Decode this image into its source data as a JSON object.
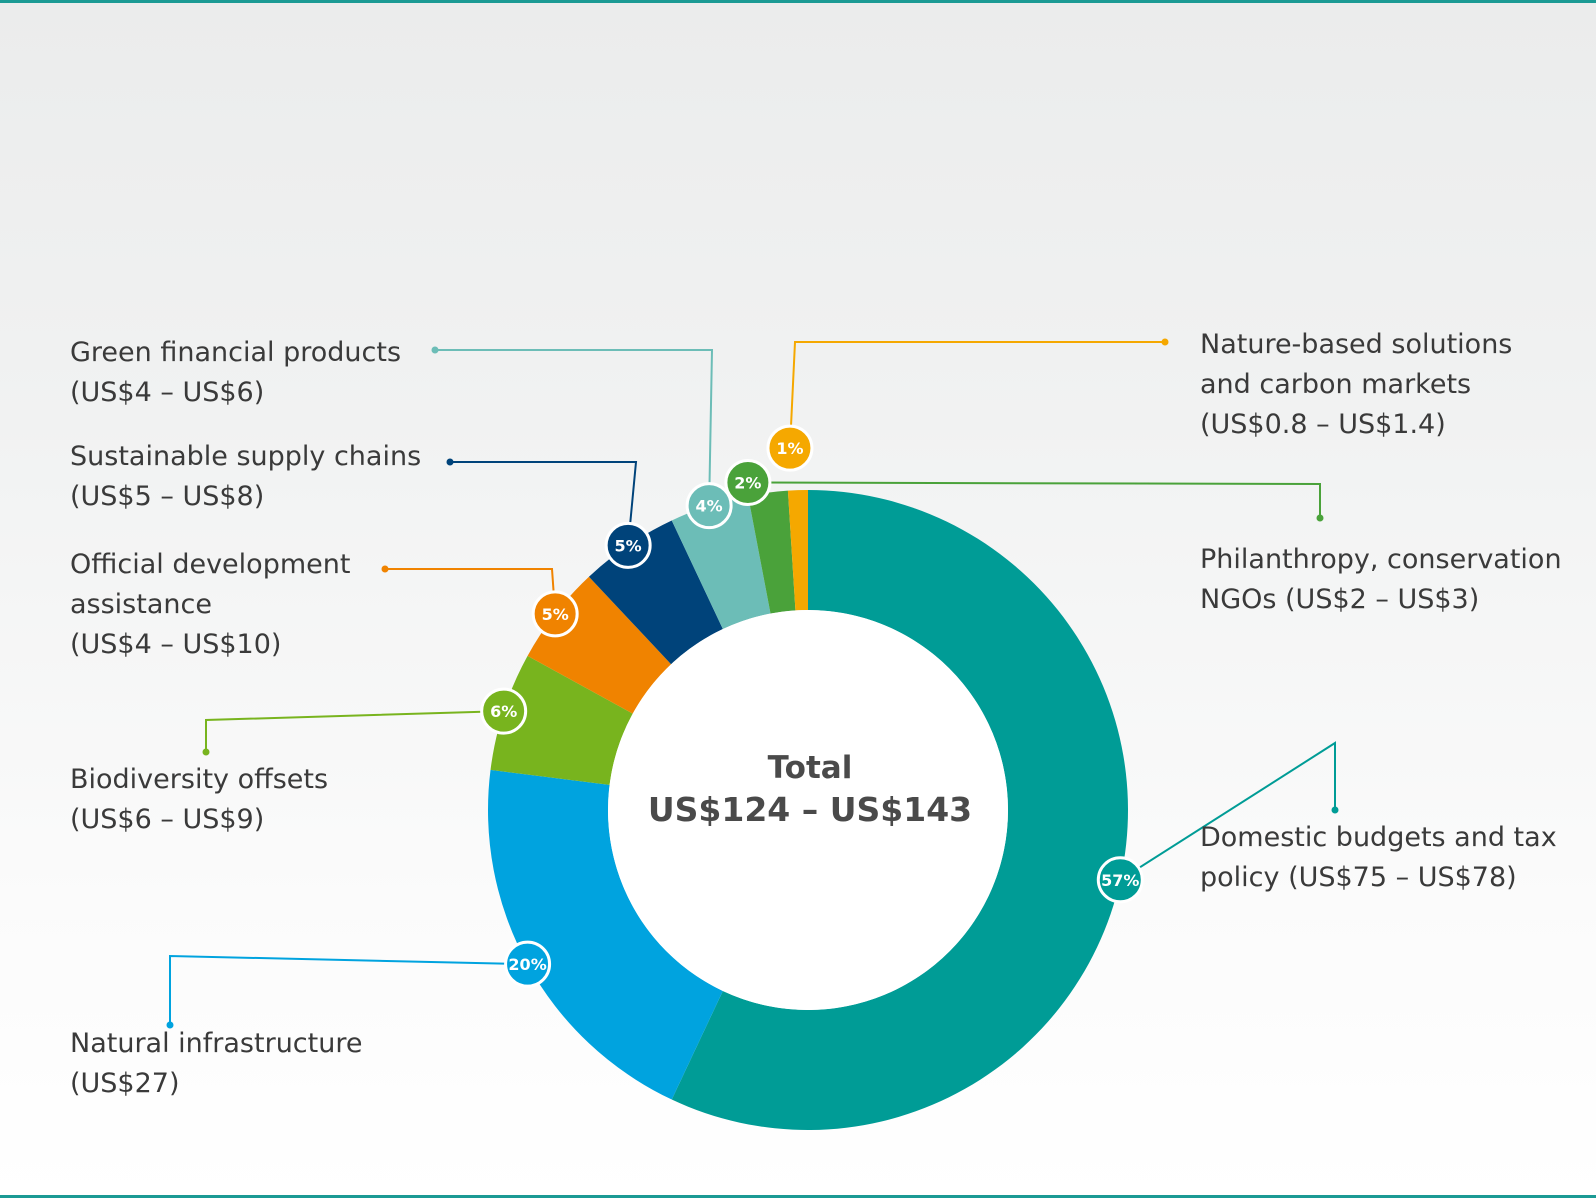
{
  "chart_data": {
    "type": "pie",
    "center_label": "Total",
    "center_value": "US$124 – US$143",
    "series": [
      {
        "name": "Domestic budgets and tax\npolicy (US$75 – US$78)",
        "value": 57,
        "badge": "57%",
        "color": "#009c96"
      },
      {
        "name": "Natural infrastructure\n(US$27)",
        "value": 20,
        "badge": "20%",
        "color": "#00a3df"
      },
      {
        "name": "Biodiversity offsets\n(US$6 – US$9)",
        "value": 6,
        "badge": "6%",
        "color": "#78b41e"
      },
      {
        "name": "Official development\nassistance\n(US$4 – US$10)",
        "value": 5,
        "badge": "5%",
        "color": "#f08300"
      },
      {
        "name": "Sustainable supply chains\n(US$5 – US$8)",
        "value": 5,
        "badge": "5%",
        "color": "#00437a"
      },
      {
        "name": "Green financial products\n(US$4 – US$6)",
        "value": 4,
        "badge": "4%",
        "color": "#6cbdb7"
      },
      {
        "name": "Philanthropy, conservation\nNGOs (US$2 – US$3)",
        "value": 2,
        "badge": "2%",
        "color": "#4aa23a"
      },
      {
        "name": "Nature-based solutions\nand carbon markets\n(US$0.8 – US$1.4)",
        "value": 1,
        "badge": "1%",
        "color": "#f5a800"
      }
    ]
  }
}
